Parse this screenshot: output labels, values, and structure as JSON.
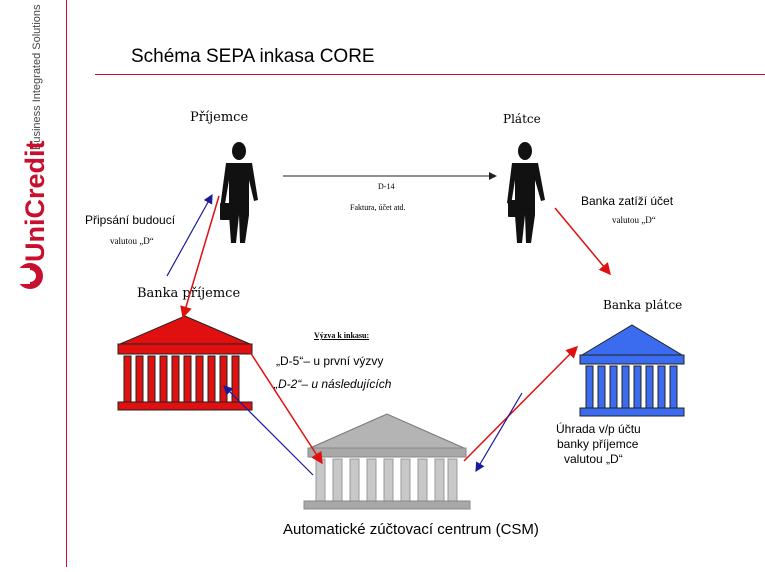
{
  "brand": {
    "logo_text": "UniCredit",
    "tagline": "Business Integrated Solutions",
    "color": "#c8102e"
  },
  "title": "Schéma SEPA inkasa CORE",
  "parties": {
    "payee": "Příjemce",
    "payer": "Plátce",
    "payee_bank": "Banka příjemce",
    "payer_bank": "Banka plátce",
    "csm": "Automatické zúčtovací centrum (CSM)"
  },
  "flows": {
    "d14": "D-14",
    "invoice": "Faktura, účet atd.",
    "credit_label_1": "Připsání budoucí",
    "credit_label_2": "valutou „D“",
    "debit_label_1": "Banka zatíží účet",
    "debit_label_2": "valutou „D“",
    "collection_title": "Výzva k inkasu:",
    "first_request": "„D-5“– u první výzvy",
    "subsequent_request": "„D-2“– u následujících",
    "settlement_1": "Úhrada v/p účtu",
    "settlement_2": "banky příjemce",
    "settlement_3": "valutou „D“"
  },
  "colors": {
    "payee_bank": "#e01010",
    "payer_bank": "#3b6cf0",
    "csm": "#a8a8a8",
    "red_arrow": "#e01010",
    "blue_arrow": "#1a1a9a"
  }
}
